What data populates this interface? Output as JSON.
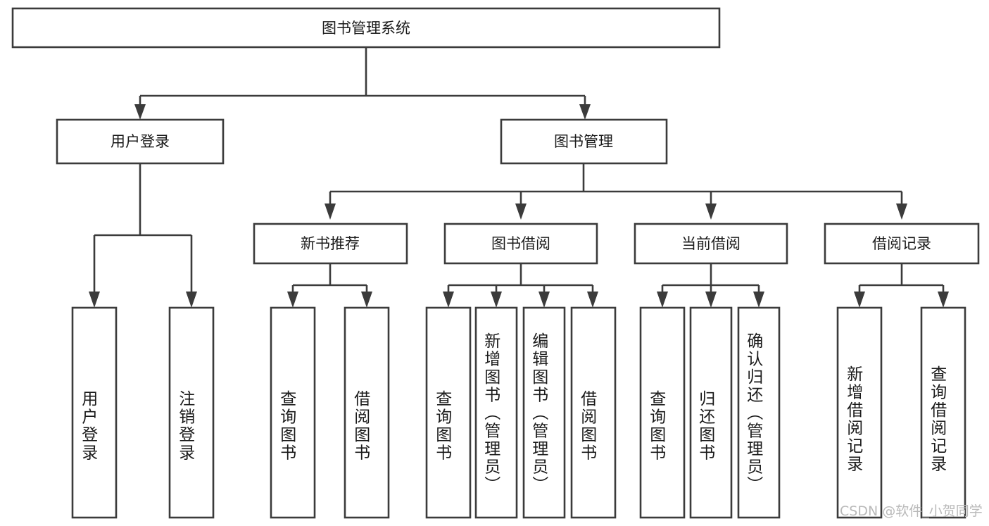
{
  "diagram": {
    "title": "图书管理系统",
    "type": "tree-hierarchy",
    "watermark": "CSDN @软件_小贺同学",
    "colors": {
      "stroke": "#3b3b3b",
      "fill": "#ffffff",
      "text": "#1a1a1a",
      "watermark": "#b9b9b9"
    },
    "root": {
      "label": "图书管理系统"
    },
    "level2": [
      {
        "label": "用户登录"
      },
      {
        "label": "图书管理"
      }
    ],
    "level3": [
      {
        "label": "新书推荐"
      },
      {
        "label": "图书借阅"
      },
      {
        "label": "当前借阅"
      },
      {
        "label": "借阅记录"
      }
    ],
    "leaves": {
      "user_login": [
        {
          "label": "用户登录"
        },
        {
          "label": "注销登录"
        }
      ],
      "new_book_recommend": [
        {
          "label": "查询图书"
        },
        {
          "label": "借阅图书"
        }
      ],
      "book_borrow": [
        {
          "label": "查询图书"
        },
        {
          "label": "新增图书（管理员）"
        },
        {
          "label": "编辑图书（管理员）"
        },
        {
          "label": "借阅图书"
        }
      ],
      "current_borrow": [
        {
          "label": "查询图书"
        },
        {
          "label": "归还图书"
        },
        {
          "label": "确认归还（管理员）"
        }
      ],
      "borrow_record": [
        {
          "label": "新增借阅记录"
        },
        {
          "label": "查询借阅记录"
        }
      ]
    }
  }
}
